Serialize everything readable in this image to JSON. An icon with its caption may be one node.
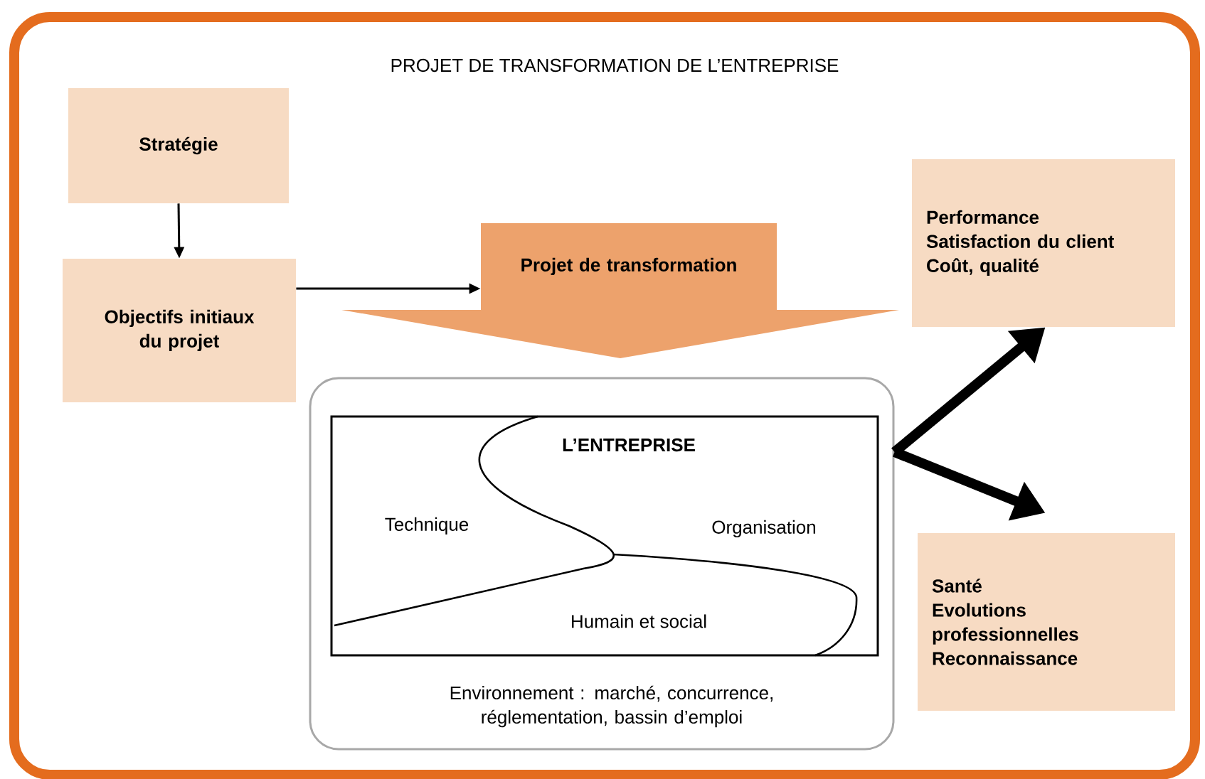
{
  "diagram": {
    "nodes": [
      {
        "text": [
          "PROJET DE TRANSFORMATION DE L’ENTREPRISE"
        ]
      },
      {
        "text": [
          "Stratégie"
        ],
        "in": 0
      },
      {
        "text": [
          "Objectifs initiaux du projet"
        ],
        "in": 0
      },
      {
        "text": [
          "Projet de transformation"
        ],
        "in": 0
      },
      {
        "text": [
          "Environnement : marché, concurrence, réglementation, bassin d’emploi"
        ],
        "in": 0
      },
      {
        "text": [
          "L’ENTREPRISE",
          "Technique",
          "Organisation",
          "Humain et social"
        ],
        "in": 4
      },
      {
        "text": [
          "Performance",
          "Satisfaction du client",
          "Coût, qualité"
        ],
        "in": 0
      },
      {
        "text": [
          "Santé",
          "Evolutions professionnelles",
          "Reconnaissance"
        ],
        "in": 0
      }
    ],
    "edges": [
      {
        "from": 1,
        "to": 2,
        "arrow": "to"
      },
      {
        "from": 2,
        "to": 3,
        "arrow": "to"
      },
      {
        "from": 4,
        "to": 6,
        "arrow": "to",
        "style": "thick"
      },
      {
        "from": 4,
        "to": 7,
        "arrow": "to",
        "style": "thick"
      }
    ]
  }
}
